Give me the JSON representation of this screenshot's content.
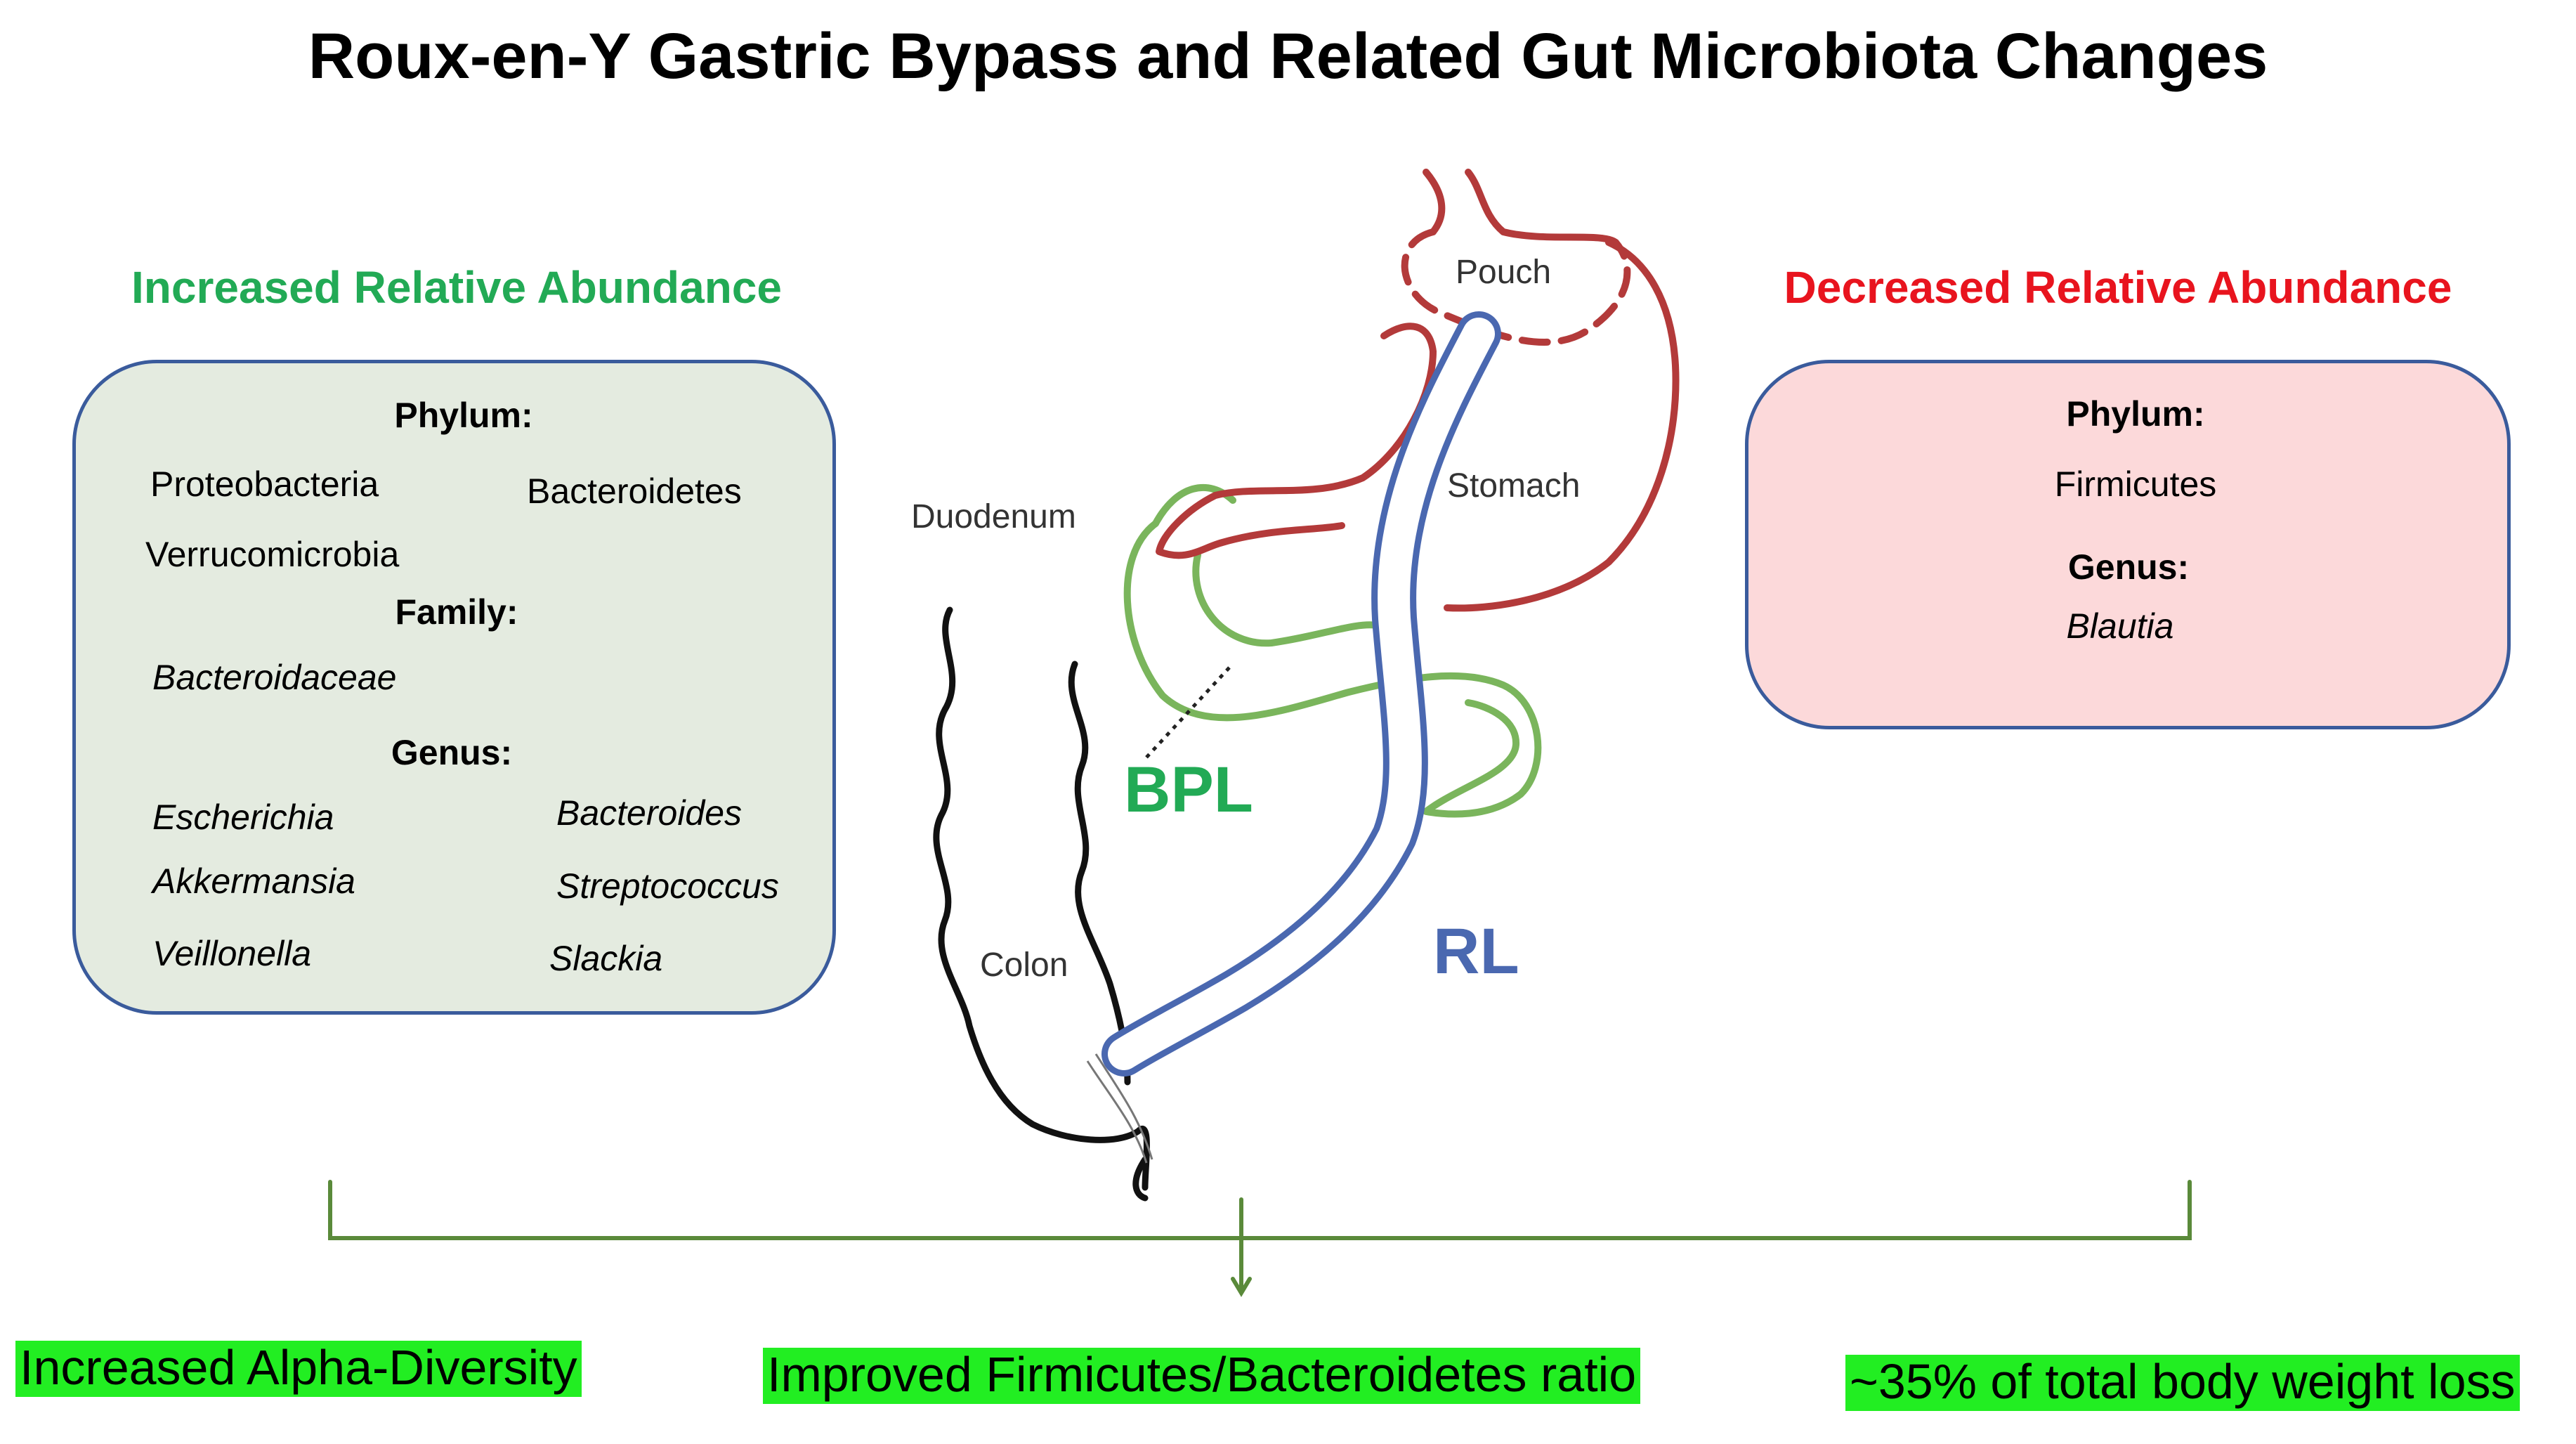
{
  "title": "Roux-en-Y Gastric Bypass and Related Gut Microbiota Changes",
  "colors": {
    "increased": "#22aa55",
    "decreased": "#e8141e",
    "left_box_fill": "#e4ebe0",
    "right_box_fill": "#fcd9da",
    "box_border": "#3a5b9c",
    "stomach": "#b33a3a",
    "roux_limb": "#4a68b0",
    "bpl": "#7ab55c",
    "bracket": "#5a8a3a",
    "highlight": "#22ee22"
  },
  "increased": {
    "heading": "Increased Relative Abundance",
    "phylum_label": "Phylum:",
    "phylum": [
      "Proteobacteria",
      "Bacteroidetes",
      "Verrucomicrobia"
    ],
    "family_label": "Family:",
    "family": [
      "Bacteroidaceae"
    ],
    "genus_label": "Genus:",
    "genus": [
      "Escherichia",
      "Bacteroides",
      "Akkermansia",
      "Streptococcus",
      "Veillonella",
      "Slackia"
    ]
  },
  "decreased": {
    "heading": "Decreased Relative Abundance",
    "phylum_label": "Phylum:",
    "phylum": [
      "Firmicutes"
    ],
    "genus_label": "Genus:",
    "genus": [
      "Blautia"
    ]
  },
  "anatomy": {
    "pouch": "Pouch",
    "stomach": "Stomach",
    "duodenum": "Duodenum",
    "colon": "Colon",
    "bpl": "BPL",
    "rl": "RL"
  },
  "outcomes": [
    "Increased Alpha-Diversity",
    "Improved Firmicutes/Bacteroidetes ratio",
    "~35% of total body weight loss"
  ]
}
